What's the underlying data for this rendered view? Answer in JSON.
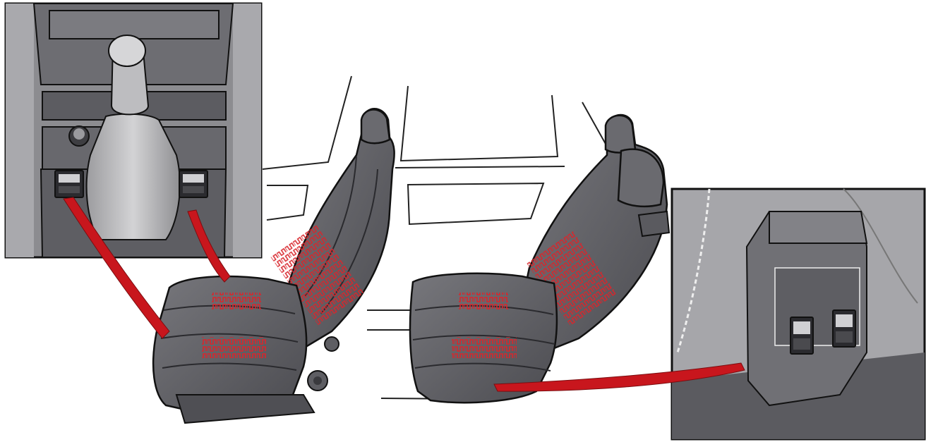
{
  "figure": {
    "panels": [
      {
        "id": "center-console-inset",
        "depicts": "gear-shift-with-seat-heater-switches"
      },
      {
        "id": "rear-armrest-inset",
        "depicts": "rear-console-with-seat-heater-switches"
      }
    ],
    "seats": [
      "front-seat",
      "rear-seat"
    ],
    "heating_zones": [
      "seat-cushion",
      "seat-backrest"
    ],
    "callout_count": 3
  },
  "colors": {
    "heating_element": "#d8262c",
    "callout": "#c8161d",
    "seat": "#5f5f64",
    "inset_bg": "#8c8c90",
    "line": "#1a1a1a"
  },
  "icons": [
    "seat-heater-switch-icon",
    "gear-knob-icon"
  ]
}
